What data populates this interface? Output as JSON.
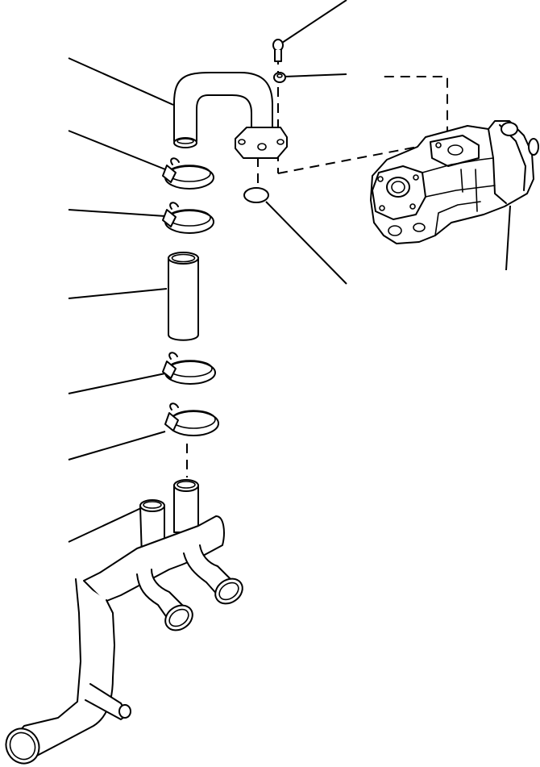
{
  "diagram": {
    "type": "exploded-parts-view",
    "line_color": "#000000",
    "background": "#ffffff",
    "parts": [
      {
        "id": "bolt"
      },
      {
        "id": "washer"
      },
      {
        "id": "u-elbow-tube"
      },
      {
        "id": "o-ring"
      },
      {
        "id": "hydraulic-pump"
      },
      {
        "id": "hose-clamp-1"
      },
      {
        "id": "hose-clamp-2"
      },
      {
        "id": "rubber-hose"
      },
      {
        "id": "hose-clamp-3"
      },
      {
        "id": "hose-clamp-4"
      },
      {
        "id": "manifold-tube"
      }
    ],
    "callout_count": 12
  }
}
